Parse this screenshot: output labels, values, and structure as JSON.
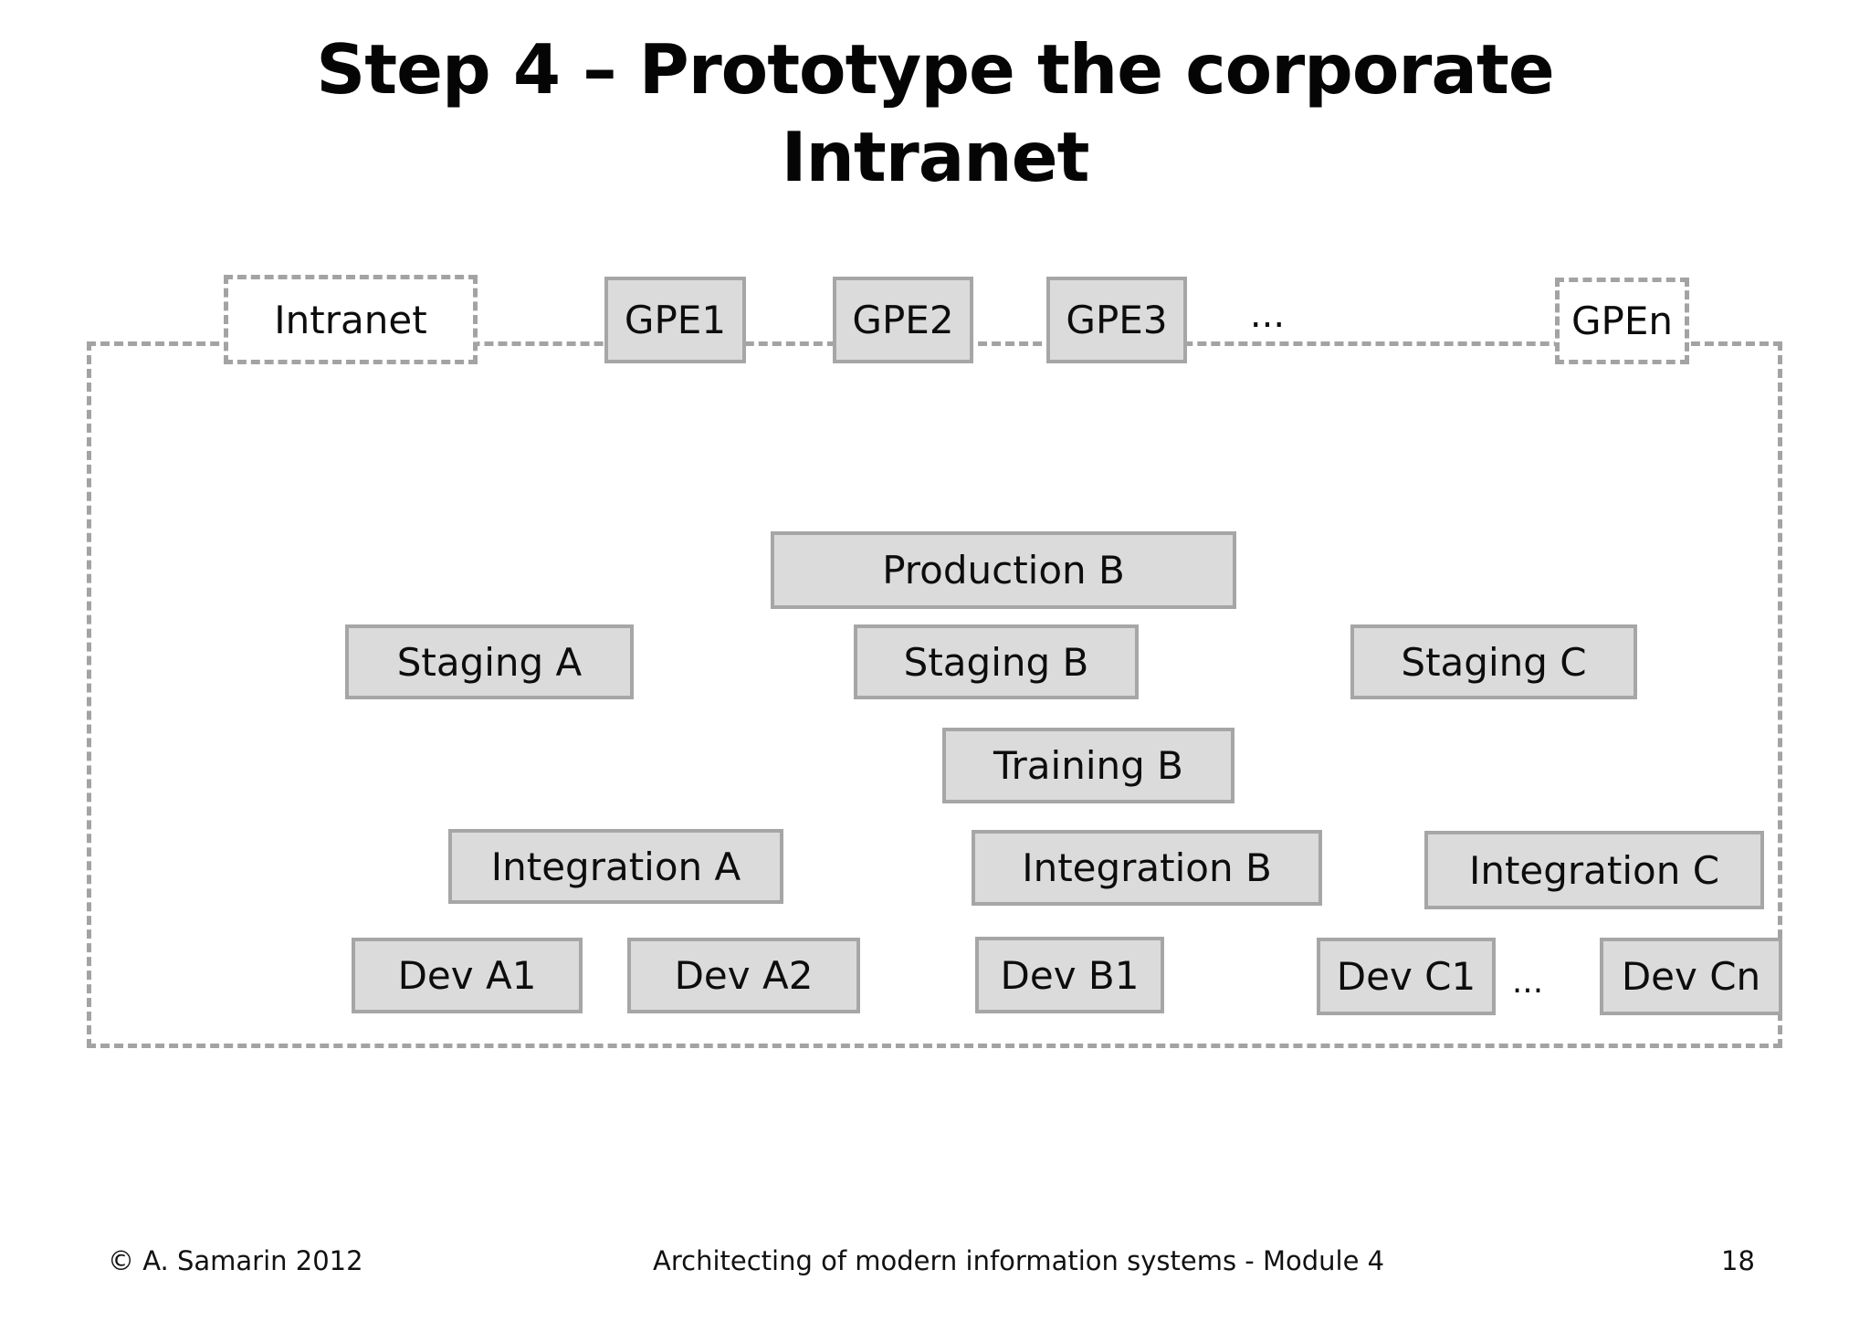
{
  "title": {
    "line1": "Step 4 – Prototype the corporate",
    "line2": "Intranet"
  },
  "diagram": {
    "top_row": {
      "intranet": "Intranet",
      "gpe1": "GPE1",
      "gpe2": "GPE2",
      "gpe3": "GPE3",
      "ellipsis": "...",
      "gpen": "GPEn"
    },
    "environments": {
      "production_b": "Production B",
      "staging_a": "Staging A",
      "staging_b": "Staging B",
      "staging_c": "Staging C",
      "training_b": "Training B",
      "integration_a": "Integration A",
      "integration_b": "Integration B",
      "integration_c": "Integration C",
      "dev_a1": "Dev A1",
      "dev_a2": "Dev A2",
      "dev_b1": "Dev B1",
      "dev_c1": "Dev C1",
      "dev_ellipsis": "...",
      "dev_cn": "Dev Cn"
    }
  },
  "footer": {
    "copyright": "© A. Samarin 2012",
    "center": "Architecting of modern information systems - Module 4",
    "page": "18"
  },
  "colors": {
    "background": "#ffffff",
    "box_fill": "#dbdbdb",
    "box_border": "#a6a6a6",
    "dashed_border": "#a3a3a3",
    "text": "#0d0d0d"
  }
}
